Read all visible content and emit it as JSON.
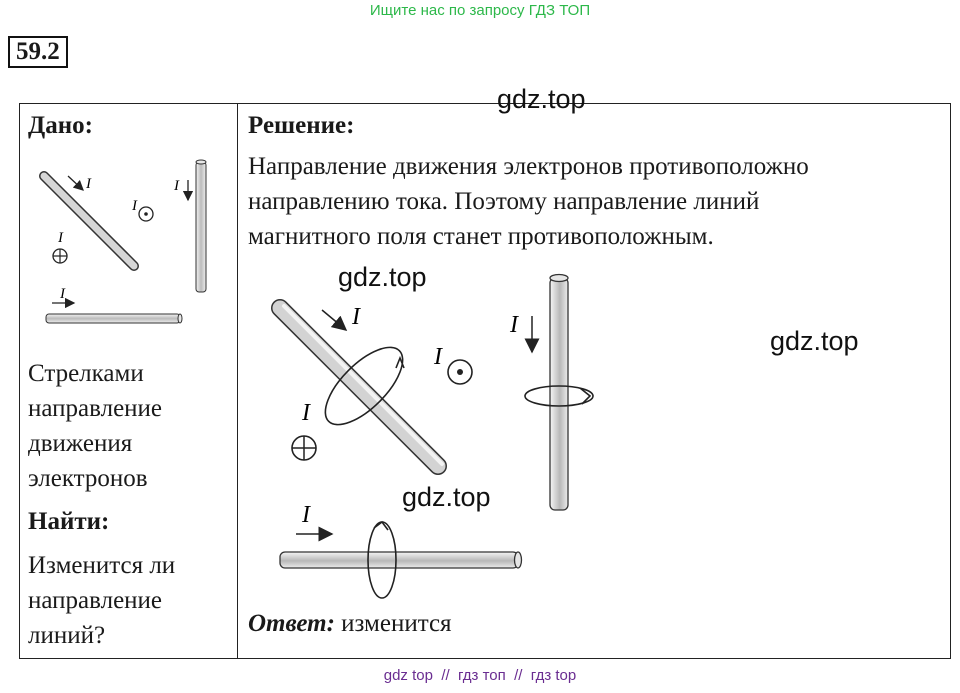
{
  "header": {
    "search_hint": "Ищите нас по запросу ГДЗ ТОП",
    "search_hint_color": "#2db84a"
  },
  "task": {
    "number": "59.2"
  },
  "watermarks": [
    "gdz.top",
    "gdz.top",
    "gdz.top",
    "gdz.top"
  ],
  "given": {
    "title": "Дано:",
    "description_lines": [
      "Стрелками",
      "направление",
      "движения",
      "электронов"
    ],
    "find_title": "Найти:",
    "question_lines": [
      "Изменится ли",
      "направление",
      "линий?"
    ]
  },
  "solution": {
    "title": "Решение:",
    "text_lines": [
      "Направление движения электронов противоположно",
      "направлению тока. Поэтому направление линий",
      "магнитного поля станет противоположным."
    ],
    "answer_label": "Ответ:",
    "answer_text": "изменится"
  },
  "figure_labels": {
    "current": "I"
  },
  "footer": {
    "links": [
      "gdz top",
      "гдз топ",
      "гдз top"
    ],
    "separator": "//",
    "color": "#6a2d91"
  }
}
